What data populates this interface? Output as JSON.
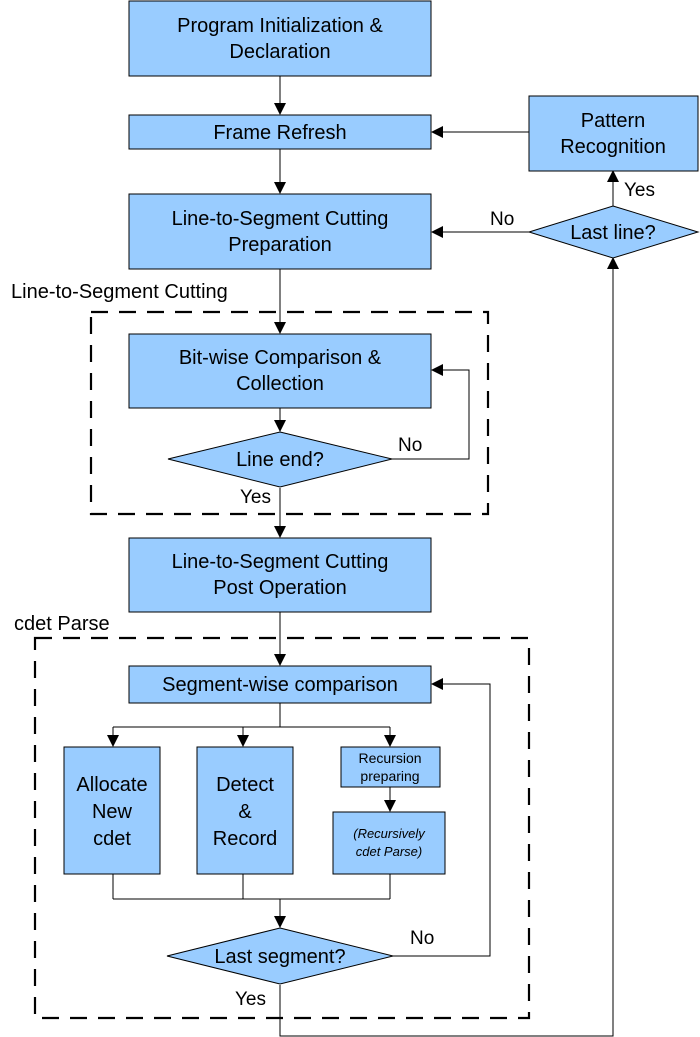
{
  "groups": {
    "line_cutting": "Line-to-Segment Cutting",
    "cdet_parse": "cdet Parse"
  },
  "nodes": {
    "init": [
      "Program Initialization &",
      "Declaration"
    ],
    "frame_refresh": "Frame Refresh",
    "pattern_recognition": [
      "Pattern",
      "Recognition"
    ],
    "cut_prep": [
      "Line-to-Segment Cutting",
      "Preparation"
    ],
    "last_line": "Last line?",
    "bitwise": [
      "Bit-wise Comparison &",
      "Collection"
    ],
    "line_end": "Line end?",
    "post_op": [
      "Line-to-Segment Cutting",
      "Post Operation"
    ],
    "segwise": "Segment-wise comparison",
    "allocate": [
      "Allocate",
      "New",
      "cdet"
    ],
    "detect": [
      "Detect",
      "&",
      "Record"
    ],
    "recursion_prep": [
      "Recursion",
      "preparing"
    ],
    "recursive_parse": [
      "(Recursively",
      "cdet Parse)"
    ],
    "last_segment": "Last segment?"
  },
  "edge_labels": {
    "last_line_yes": "Yes",
    "last_line_no": "No",
    "line_end_no": "No",
    "line_end_yes": "Yes",
    "last_segment_no": "No",
    "last_segment_yes": "Yes"
  },
  "colors": {
    "box_fill": "#99ccff",
    "stroke": "#000000"
  }
}
